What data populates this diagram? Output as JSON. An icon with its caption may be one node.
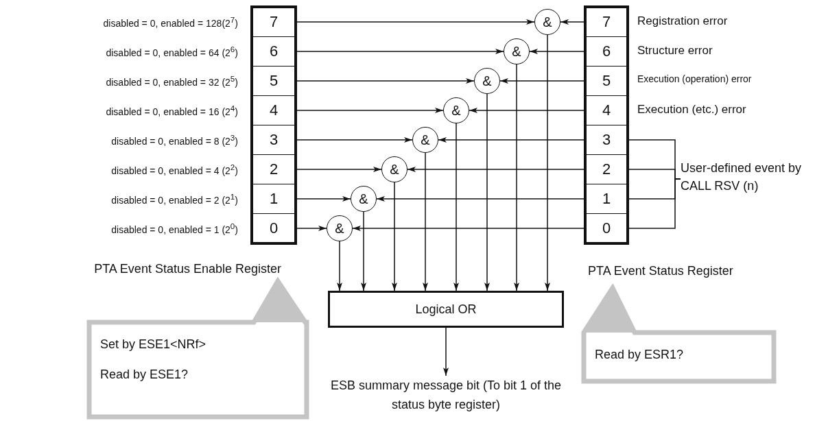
{
  "diagram": {
    "nodes": [
      {
        "text": [
          "PTA Event Status Enable Register"
        ]
      },
      {
        "text": [
          "7"
        ],
        "in": 0,
        "beside": [
          "disabled = 0, enabled = 128(2$^{7}$)"
        ]
      },
      {
        "text": [
          "6"
        ],
        "in": 0,
        "beside": [
          "disabled = 0, enabled = 64 (2$^{6}$)"
        ]
      },
      {
        "text": [
          "5"
        ],
        "in": 0,
        "beside": [
          "disabled = 0, enabled = 32 (2$^{5}$)"
        ]
      },
      {
        "text": [
          "4"
        ],
        "in": 0,
        "beside": [
          "disabled = 0, enabled = 16 (2$^{4}$)"
        ]
      },
      {
        "text": [
          "3"
        ],
        "in": 0,
        "beside": [
          "disabled = 0, enabled = 8 (2$^{3}$)"
        ]
      },
      {
        "text": [
          "2"
        ],
        "in": 0,
        "beside": [
          "disabled = 0, enabled = 4 (2$^{2}$)"
        ]
      },
      {
        "text": [
          "1"
        ],
        "in": 0,
        "beside": [
          "disabled = 0, enabled = 2 (2$^{1}$)"
        ]
      },
      {
        "text": [
          "0"
        ],
        "in": 0,
        "beside": [
          "disabled = 0, enabled = 1 (2$^{0}$)"
        ]
      },
      {
        "text": [
          "PTA Event Status Register"
        ]
      },
      {
        "text": [
          "7"
        ],
        "in": 9,
        "beside": [
          "Registration error"
        ]
      },
      {
        "text": [
          "6"
        ],
        "in": 9,
        "beside": [
          "Structure error"
        ]
      },
      {
        "text": [
          "5"
        ],
        "in": 9,
        "beside": [
          "Execution (operation) error"
        ]
      },
      {
        "text": [
          "4"
        ],
        "in": 9,
        "beside": [
          "Execution (etc.) error"
        ]
      },
      {
        "text": [
          "3"
        ],
        "in": 9
      },
      {
        "text": [
          "2"
        ],
        "in": 9
      },
      {
        "text": [
          "1"
        ],
        "in": 9
      },
      {
        "text": [
          "0"
        ],
        "in": 9
      },
      {
        "text": [
          "&"
        ]
      },
      {
        "text": [
          "&"
        ]
      },
      {
        "text": [
          "&"
        ]
      },
      {
        "text": [
          "&"
        ]
      },
      {
        "text": [
          "&"
        ]
      },
      {
        "text": [
          "&"
        ]
      },
      {
        "text": [
          "&"
        ]
      },
      {
        "text": [
          "&"
        ]
      },
      {
        "text": [
          "Logical OR"
        ]
      },
      {
        "text": [
          "ESB summary message bit (To bit 1 of the status byte register)"
        ]
      },
      {
        "text": [
          "Set by ESE1<NRf>",
          "Read by ESE1?"
        ]
      },
      {
        "text": [
          "Read by ESR1?"
        ]
      },
      {
        "text": [
          "User-defined event by CALL RSV (n)"
        ]
      }
    ],
    "edges": [
      {
        "from": 1,
        "to": 18,
        "arrow": "to"
      },
      {
        "from": 10,
        "to": 18,
        "arrow": "to"
      },
      {
        "from": 18,
        "to": 26,
        "arrow": "to"
      },
      {
        "from": 2,
        "to": 19,
        "arrow": "to"
      },
      {
        "from": 11,
        "to": 19,
        "arrow": "to"
      },
      {
        "from": 19,
        "to": 26,
        "arrow": "to"
      },
      {
        "from": 3,
        "to": 20,
        "arrow": "to"
      },
      {
        "from": 12,
        "to": 20,
        "arrow": "to"
      },
      {
        "from": 20,
        "to": 26,
        "arrow": "to"
      },
      {
        "from": 4,
        "to": 21,
        "arrow": "to"
      },
      {
        "from": 13,
        "to": 21,
        "arrow": "to"
      },
      {
        "from": 21,
        "to": 26,
        "arrow": "to"
      },
      {
        "from": 5,
        "to": 22,
        "arrow": "to"
      },
      {
        "from": 14,
        "to": 22,
        "arrow": "to"
      },
      {
        "from": 22,
        "to": 26,
        "arrow": "to"
      },
      {
        "from": 6,
        "to": 23,
        "arrow": "to"
      },
      {
        "from": 15,
        "to": 23,
        "arrow": "to"
      },
      {
        "from": 23,
        "to": 26,
        "arrow": "to"
      },
      {
        "from": 7,
        "to": 24,
        "arrow": "to"
      },
      {
        "from": 16,
        "to": 24,
        "arrow": "to"
      },
      {
        "from": 24,
        "to": 26,
        "arrow": "to"
      },
      {
        "from": 8,
        "to": 25,
        "arrow": "to"
      },
      {
        "from": 17,
        "to": 25,
        "arrow": "to"
      },
      {
        "from": 25,
        "to": 26,
        "arrow": "to"
      },
      {
        "from": 26,
        "to": 27,
        "arrow": "to"
      },
      {
        "from": 14,
        "to": 30,
        "arrow": "none"
      },
      {
        "from": 15,
        "to": 30,
        "arrow": "none"
      },
      {
        "from": 16,
        "to": 30,
        "arrow": "none"
      },
      {
        "from": 17,
        "to": 30,
        "arrow": "none"
      }
    ]
  }
}
